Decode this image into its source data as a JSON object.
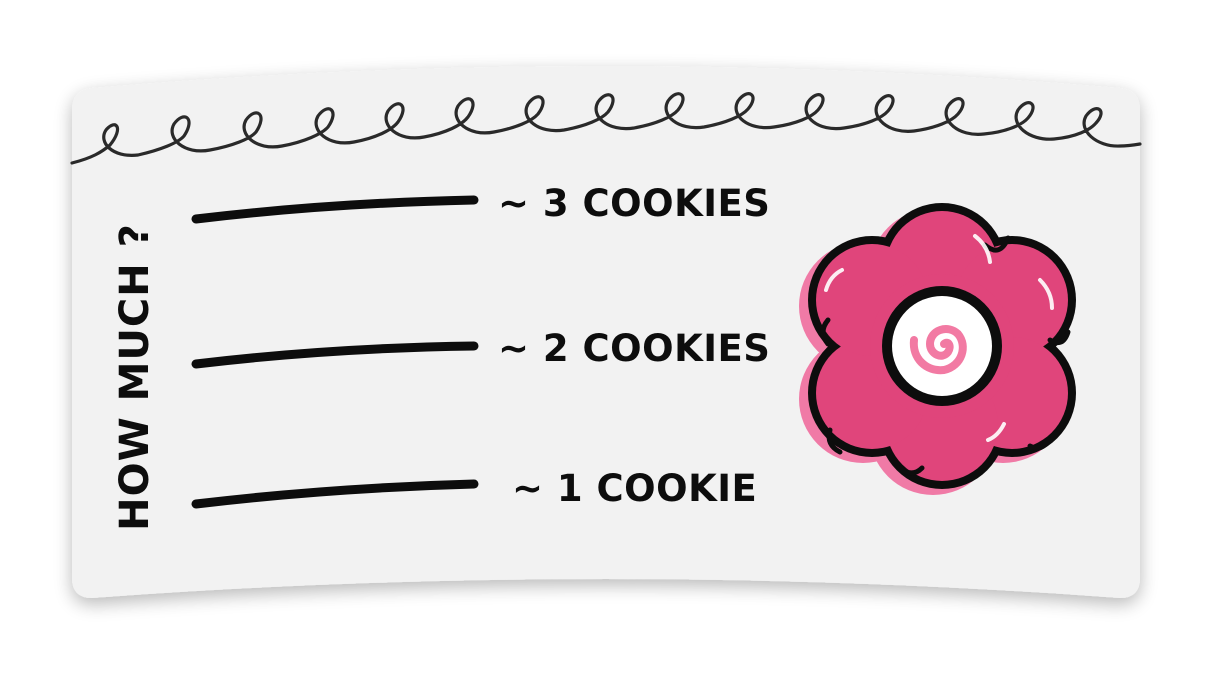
{
  "title": "HOW MUCH ?",
  "options": [
    {
      "label": "~ 3 COOKIES"
    },
    {
      "label": "~ 2 COOKIES"
    },
    {
      "label": "~ 1 COOKIE"
    }
  ],
  "colors": {
    "card": "#f2f2f2",
    "ink": "#0d0d0d",
    "flower_pink": "#e0457b",
    "flower_shadow": "#f07aa6",
    "swirl_pink": "#f27aa3"
  },
  "icons": {
    "flower": "pink-flower-icon",
    "header": "loop-doodle-border"
  }
}
